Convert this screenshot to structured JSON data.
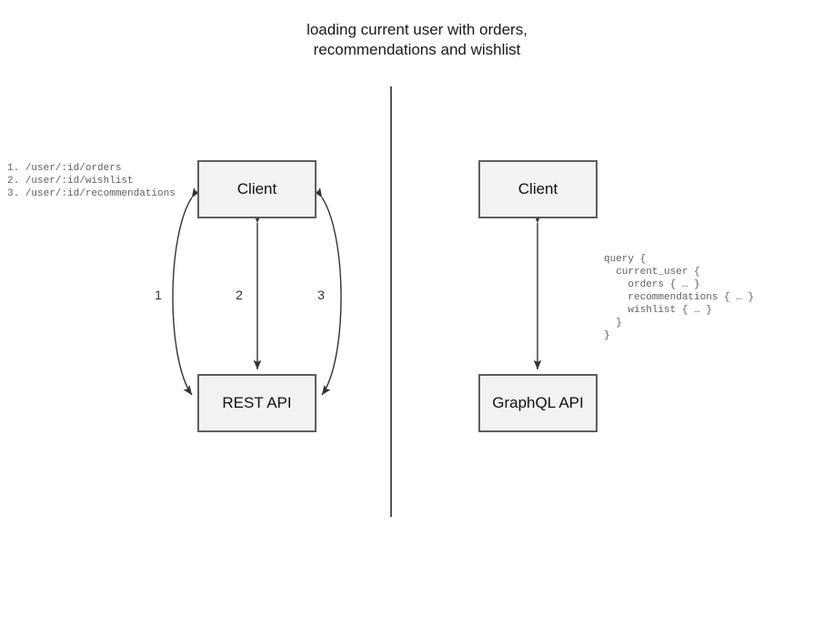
{
  "diagram": {
    "title": "loading current user with orders,\nrecommendations and wishlist",
    "divider_color": "#555555",
    "node_fill": "#f2f2f2",
    "node_border": "#5e5e5e",
    "edge_color": "#333333"
  },
  "rest_side": {
    "client_label": "Client",
    "api_label": "REST API",
    "endpoints": "1. /user/:id/orders\n2. /user/:id/wishlist\n3. /user/:id/recommendations",
    "edges": [
      {
        "number": "1",
        "direction": "bidirectional",
        "shape": "curve-left"
      },
      {
        "number": "2",
        "direction": "bidirectional",
        "shape": "straight"
      },
      {
        "number": "3",
        "direction": "bidirectional",
        "shape": "curve-right"
      }
    ]
  },
  "graphql_side": {
    "client_label": "Client",
    "api_label": "GraphQL API",
    "query": "query {\n  current_user {\n    orders { … }\n    recommendations { … }\n    wishlist { … }\n  }\n}",
    "edges": [
      {
        "direction": "bidirectional",
        "shape": "straight"
      }
    ]
  }
}
